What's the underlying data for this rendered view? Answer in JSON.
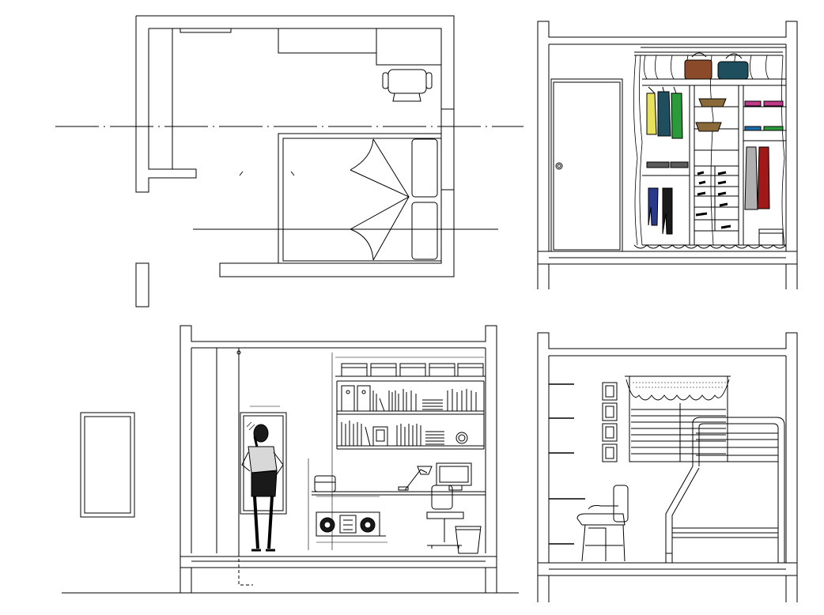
{
  "drawing": {
    "type": "CAD bedroom plan and interior elevations",
    "line_color": "#000000",
    "background": "#ffffff",
    "wardrobe_accent_colors": [
      "#8b4a2a",
      "#1f4f5f",
      "#e8e25a",
      "#1c6aa8",
      "#2a9a3a",
      "#b0b0b0",
      "#a01818",
      "#c03a8a",
      "#2a3a8a"
    ],
    "views": [
      {
        "name": "floor-plan",
        "items": [
          "bed",
          "nightstands",
          "desk-chair",
          "wardrobe",
          "section-lines"
        ]
      },
      {
        "name": "wardrobe-elevation",
        "items": [
          "door",
          "hanging-rod",
          "bags",
          "clothes",
          "shoe-shelves",
          "storage-box",
          "curtain"
        ]
      },
      {
        "name": "study-wall-elevation",
        "items": [
          "mirror",
          "woman-figure",
          "storage-boxes",
          "book-shelves",
          "desk-lamp",
          "monitor",
          "office-chair",
          "speakers",
          "waste-bin"
        ]
      },
      {
        "name": "bunk-bed-elevation",
        "items": [
          "picture-frames",
          "window-valance",
          "window-blinds",
          "bunk-bed",
          "desk-chair",
          "wall-shelves"
        ]
      }
    ]
  }
}
